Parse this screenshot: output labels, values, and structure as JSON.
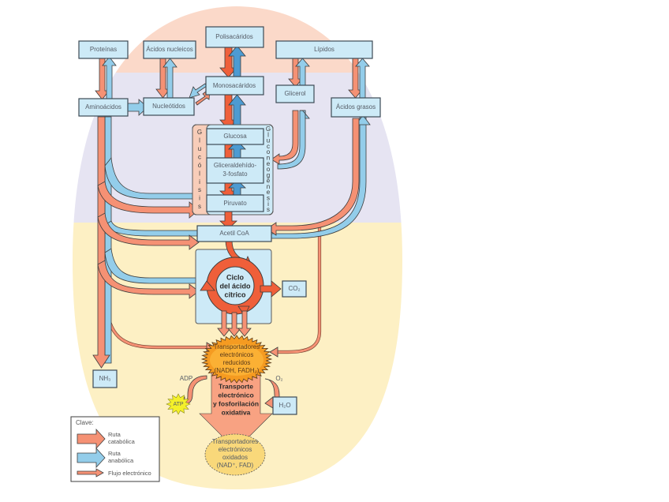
{
  "diagram": {
    "title": "Metabolismo: rutas catabólicas y anabólicas",
    "colors": {
      "catabolic": "#f59174",
      "catabolic_dark": "#ef5f3a",
      "anabolic": "#93cdea",
      "anabolic_dark": "#4d9bd2",
      "box_fill": "#cdeaf7",
      "stage1_bg": "#fbd9c9",
      "stage2_bg": "#e6e4f2",
      "stage3_bg": "#fdf0c4"
    },
    "nodes": {
      "proteinas": "Proteínas",
      "acidos_nucleicos": "Ácidos nucleicos",
      "polisacaridos": "Polisacáridos",
      "lipidos": "Lípidos",
      "aminoacidos": "Aminoácidos",
      "nucleotidos": "Nucleótidos",
      "monosacaridos": "Monosacáridos",
      "glicerol": "Glicerol",
      "acidos_grasos": "Ácidos grasos",
      "glucosa": "Glucosa",
      "gliceraldehido_1": "Gliceraldehído-",
      "gliceraldehido_2": "3-fosfato",
      "piruvato": "Piruvato",
      "acetil_coa": "Acetil CoA",
      "ciclo_1": "Ciclo",
      "ciclo_2": "del ácido",
      "ciclo_3": "cítrico",
      "co2": "CO₂",
      "nh3": "NH₃",
      "reduced_1": "Transportadores",
      "reduced_2": "electrónicos",
      "reduced_3": "reducidos",
      "reduced_4": "(NADH, FADH₂)",
      "adp": "ADP",
      "o2": "O₂",
      "atp": "ATP",
      "h2o": "H₂O",
      "oxphos_1": "Transporte",
      "oxphos_2": "electrónico",
      "oxphos_3": "y fosforilación",
      "oxphos_4": "oxidativa",
      "oxidized_1": "Transportadores",
      "oxidized_2": "electrónicos",
      "oxidized_3": "oxidados",
      "oxidized_4": "(NAD⁺, FAD)"
    },
    "side_labels": {
      "glucolisis": [
        "G",
        "l",
        "u",
        "c",
        "ó",
        "l",
        "i",
        "s",
        "i",
        "s"
      ],
      "gluconeogenesis": [
        "G",
        "l",
        "u",
        "c",
        "o",
        "n",
        "e",
        "o",
        "g",
        "é",
        "n",
        "e",
        "s",
        "i",
        "s"
      ]
    },
    "legend": {
      "title": "Clave:",
      "items": [
        {
          "line1": "Ruta",
          "line2": "catabólica"
        },
        {
          "line1": "Ruta",
          "line2": "anabólica"
        },
        {
          "line1": "Flujo electrónico",
          "line2": ""
        }
      ]
    }
  }
}
